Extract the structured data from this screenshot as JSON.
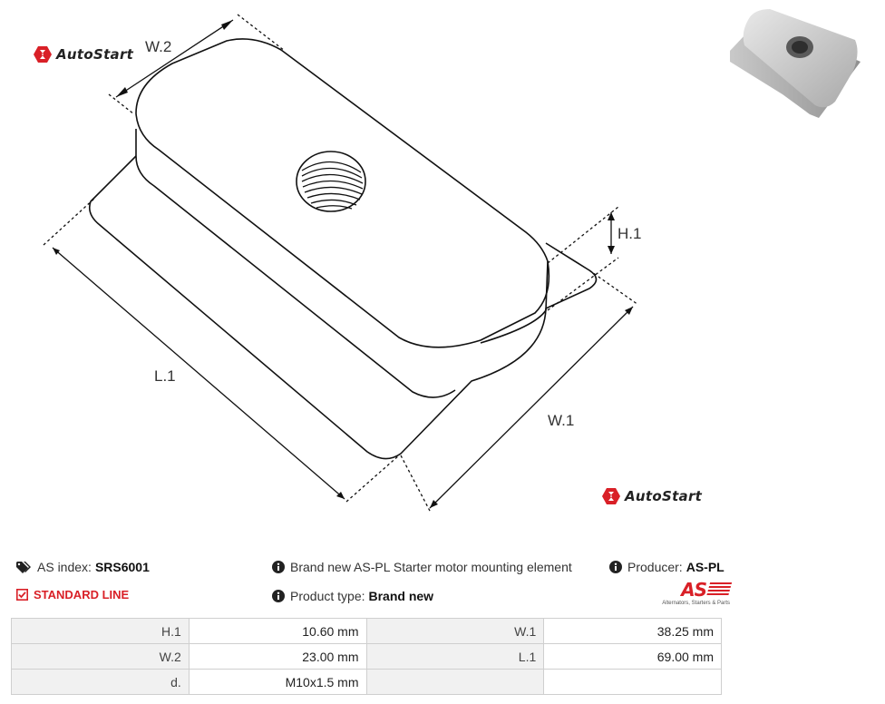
{
  "logos": {
    "top": "AutoStart",
    "bottom": "AutoStart"
  },
  "dimensions": {
    "w2": "W.2",
    "h1": "H.1",
    "l1": "L.1",
    "w1": "W.1"
  },
  "info": {
    "as_index_label": "AS index:",
    "as_index_value": "SRS6001",
    "description": "Brand new AS-PL Starter motor mounting element",
    "producer_label": "Producer:",
    "producer_value": "AS-PL",
    "line_label": "STANDARD LINE",
    "product_type_label": "Product type:",
    "product_type_value": "Brand new"
  },
  "brand_logo": {
    "mark": "AS",
    "tagline": "Alternators, Starters & Parts"
  },
  "specs": [
    [
      {
        "k": "H.1",
        "v": "10.60 mm"
      },
      {
        "k": "W.1",
        "v": "38.25 mm"
      }
    ],
    [
      {
        "k": "W.2",
        "v": "23.00 mm"
      },
      {
        "k": "L.1",
        "v": "69.00 mm"
      }
    ],
    [
      {
        "k": "d.",
        "v": "M10x1.5 mm"
      },
      {
        "k": "",
        "v": ""
      }
    ]
  ],
  "colors": {
    "accent_red": "#d92027",
    "table_key_bg": "#f1f1f1",
    "table_border": "#cfcfcf"
  }
}
